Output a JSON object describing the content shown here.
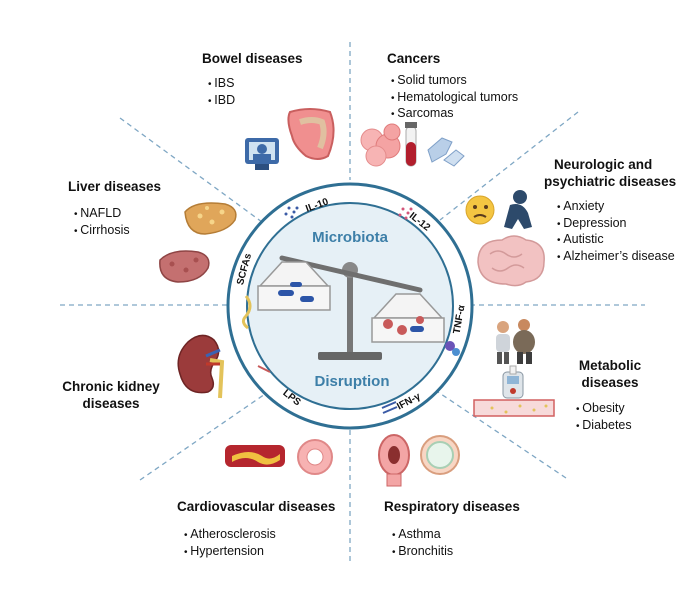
{
  "center": {
    "top_label": "Microbiota",
    "bottom_label": "Disruption",
    "ring_labels": [
      "IL-10",
      "IL-12",
      "TNF-α",
      "IFN-γ",
      "LPS",
      "SCFAs"
    ]
  },
  "categories": [
    {
      "title": "Bowel diseases",
      "items": [
        "IBS",
        "IBD"
      ]
    },
    {
      "title": "Cancers",
      "items": [
        "Solid tumors",
        "Hematological tumors",
        "Sarcomas"
      ]
    },
    {
      "title_lines": [
        "Neurologic and",
        "psychiatric diseases"
      ],
      "items": [
        "Anxiety",
        "Depression",
        "Autistic",
        "Alzheimer’s disease"
      ]
    },
    {
      "title_lines": [
        "Metabolic",
        "diseases"
      ],
      "items": [
        "Obesity",
        "Diabetes"
      ]
    },
    {
      "title": "Respiratory diseases",
      "items": [
        "Asthma",
        "Bronchitis"
      ]
    },
    {
      "title": "Cardiovascular diseases",
      "items": [
        "Atherosclerosis",
        "Hypertension"
      ]
    },
    {
      "title_lines": [
        "Chronic kidney",
        "diseases"
      ],
      "items": []
    },
    {
      "title": "Liver diseases",
      "items": [
        "NAFLD",
        "Cirrhosis"
      ]
    }
  ],
  "colors": {
    "ring_outer": "#2f6f93",
    "ring_fill": "#e6f0f6",
    "hub_text": "#3d7fa8",
    "divider": "#7fa7c4"
  },
  "icons": [
    "colon-icon",
    "doctor-monitor-icon",
    "tumor-cells-icon",
    "blood-tube-icon",
    "sarcoma-cells-icon",
    "worried-face-icon",
    "sad-person-icon",
    "brain-icon",
    "obese-people-icon",
    "glucometer-icon",
    "blood-vessel-icon",
    "airway-inflamed-icon",
    "airway-normal-icon",
    "artery-plaque-icon",
    "artery-ring-icon",
    "kidney-icon",
    "liver-fatty-icon",
    "liver-cirrhosis-icon",
    "balance-scale-icon"
  ]
}
